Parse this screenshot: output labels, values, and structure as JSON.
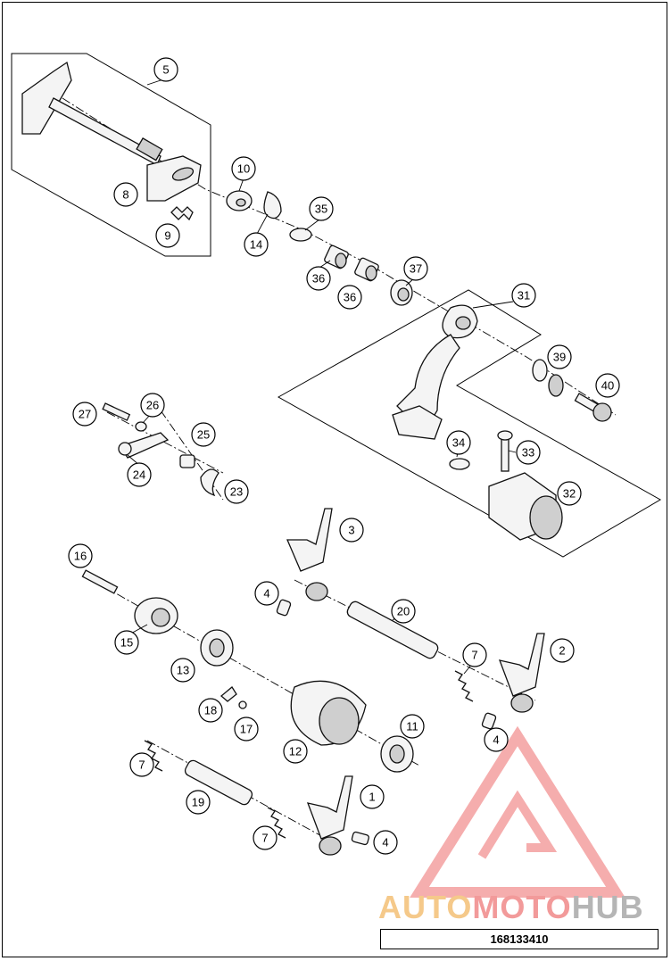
{
  "document_id": "168133410",
  "watermark": {
    "part1": "AUTO",
    "part2": "MOTO",
    "part3": "HUB"
  },
  "callouts": [
    {
      "id": "callout-5",
      "label": "5"
    },
    {
      "id": "callout-8",
      "label": "8"
    },
    {
      "id": "callout-9",
      "label": "9"
    },
    {
      "id": "callout-10",
      "label": "10"
    },
    {
      "id": "callout-14",
      "label": "14"
    },
    {
      "id": "callout-35",
      "label": "35"
    },
    {
      "id": "callout-36a",
      "label": "36"
    },
    {
      "id": "callout-36b",
      "label": "36"
    },
    {
      "id": "callout-37",
      "label": "37"
    },
    {
      "id": "callout-31",
      "label": "31"
    },
    {
      "id": "callout-39",
      "label": "39"
    },
    {
      "id": "callout-40",
      "label": "40"
    },
    {
      "id": "callout-34",
      "label": "34"
    },
    {
      "id": "callout-33",
      "label": "33"
    },
    {
      "id": "callout-32",
      "label": "32"
    },
    {
      "id": "callout-27",
      "label": "27"
    },
    {
      "id": "callout-26",
      "label": "26"
    },
    {
      "id": "callout-25",
      "label": "25"
    },
    {
      "id": "callout-24",
      "label": "24"
    },
    {
      "id": "callout-23",
      "label": "23"
    },
    {
      "id": "callout-3",
      "label": "3"
    },
    {
      "id": "callout-16",
      "label": "16"
    },
    {
      "id": "callout-4a",
      "label": "4"
    },
    {
      "id": "callout-20",
      "label": "20"
    },
    {
      "id": "callout-2",
      "label": "2"
    },
    {
      "id": "callout-7a",
      "label": "7"
    },
    {
      "id": "callout-15",
      "label": "15"
    },
    {
      "id": "callout-13",
      "label": "13"
    },
    {
      "id": "callout-18",
      "label": "18"
    },
    {
      "id": "callout-17",
      "label": "17"
    },
    {
      "id": "callout-11",
      "label": "11"
    },
    {
      "id": "callout-4b",
      "label": "4"
    },
    {
      "id": "callout-12",
      "label": "12"
    },
    {
      "id": "callout-7b",
      "label": "7"
    },
    {
      "id": "callout-19",
      "label": "19"
    },
    {
      "id": "callout-1",
      "label": "1"
    },
    {
      "id": "callout-7c",
      "label": "7"
    },
    {
      "id": "callout-4c",
      "label": "4"
    }
  ]
}
